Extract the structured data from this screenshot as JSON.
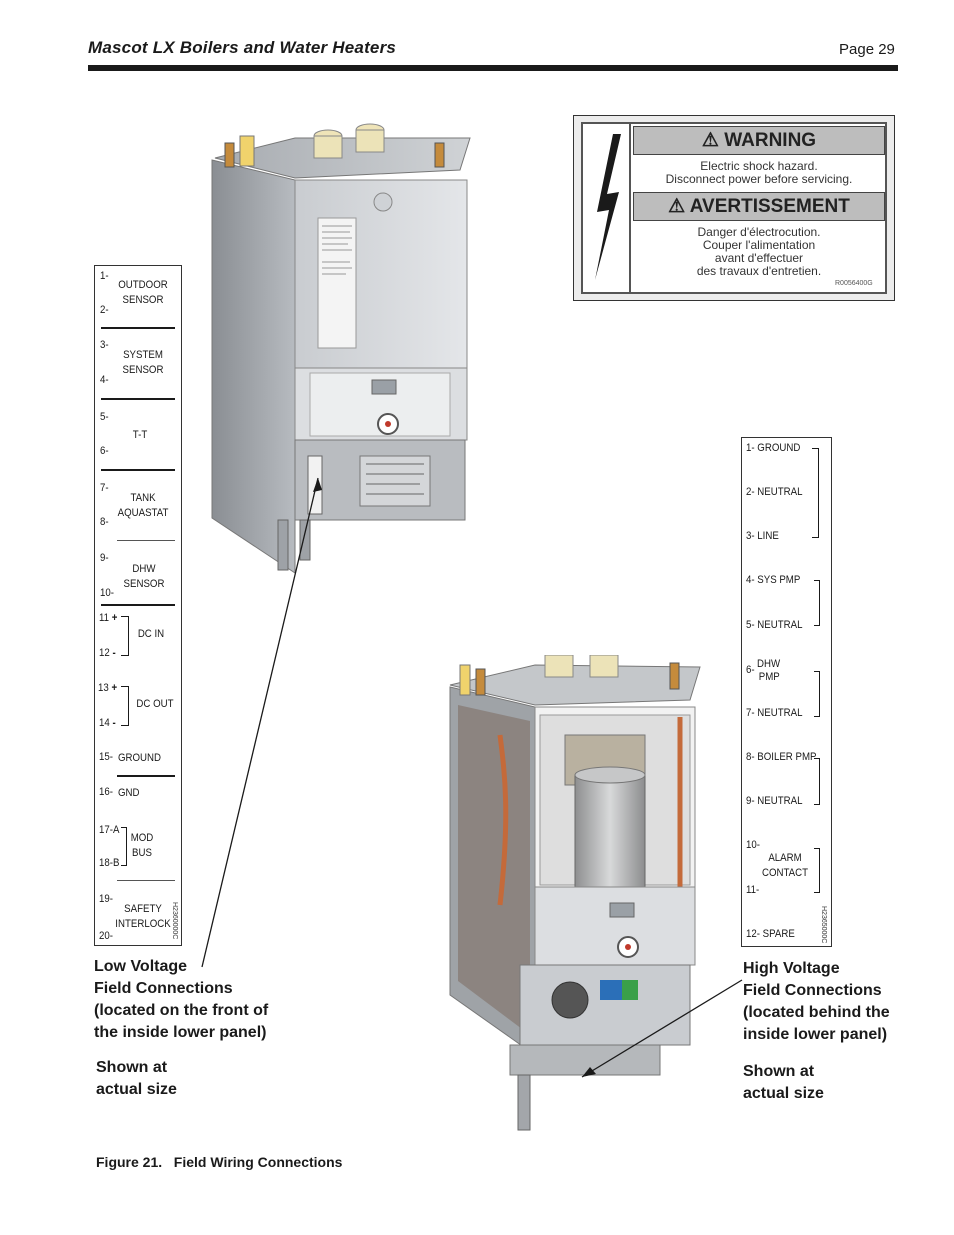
{
  "header": {
    "title": "Mascot LX Boilers and Water Heaters",
    "page": "Page 29"
  },
  "warning_label": {
    "title_en": "WARNING",
    "text_en": [
      "Electric shock hazard.",
      "Disconnect power before servicing."
    ],
    "title_fr": "AVERTISSEMENT",
    "text_fr": [
      "Danger d'électrocution.",
      "Couper l'alimentation",
      "avant d'effectuer",
      "des travaux d'entretien."
    ],
    "code": "R0056400G"
  },
  "low_voltage_strip": {
    "rows": {
      "n1": "1-",
      "n2": "2-",
      "l12": [
        "OUTDOOR",
        "SENSOR"
      ],
      "n3": "3-",
      "n4": "4-",
      "l34": [
        "SYSTEM",
        "SENSOR"
      ],
      "n5": "5-",
      "n6": "6-",
      "l56": "T-T",
      "n7": "7-",
      "n8": "8-",
      "l78": [
        "TANK",
        "AQUASTAT"
      ],
      "n9": "9-",
      "n10": "10-",
      "l910": [
        "DHW",
        "SENSOR"
      ],
      "n11": "11",
      "n12": "12",
      "plus": "+",
      "minus": "-",
      "l1112": "DC IN",
      "n13": "13",
      "n14": "14",
      "l1314": "DC OUT",
      "n15": "15-",
      "l15": "GROUND",
      "n16": "16-",
      "l16": "GND",
      "n17": "17-A",
      "n18": "18-B",
      "l1718": [
        "MOD",
        "BUS"
      ],
      "n19": "19-",
      "n20": "20-",
      "l1920": [
        "SAFETY",
        "INTERLOCK"
      ]
    },
    "code": "H2360000C"
  },
  "high_voltage_strip": {
    "rows": {
      "r1": "1- GROUND",
      "r2": "2- NEUTRAL",
      "r3": "3- LINE",
      "r4": "4- SYS PMP",
      "r5": "5- NEUTRAL",
      "r6n": "6-",
      "r6": [
        "DHW",
        "PMP"
      ],
      "r7": "7- NEUTRAL",
      "r8": "8- BOILER PMP",
      "r9": "9- NEUTRAL",
      "r10n": "10-",
      "r11n": "11-",
      "r1011": [
        "ALARM",
        "CONTACT"
      ],
      "r12": "12- SPARE"
    },
    "code": "H2365000C"
  },
  "low_voltage_caption": [
    "Low Voltage",
    "Field Connections",
    "(located on the front of",
    "the inside lower panel)"
  ],
  "low_voltage_size": [
    "Shown at",
    "actual size"
  ],
  "high_voltage_caption": [
    "High Voltage",
    "Field Connections",
    "(located behind the",
    "inside lower panel)"
  ],
  "high_voltage_size": [
    "Shown at",
    "actual size"
  ],
  "figure_caption": "Figure 21.   Field Wiring Connections"
}
